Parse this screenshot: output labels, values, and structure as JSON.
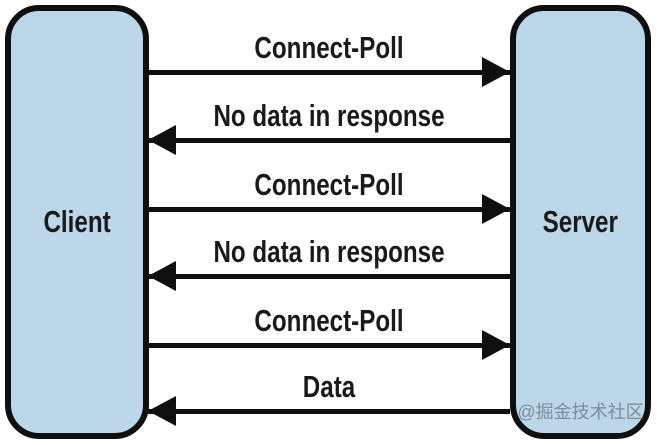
{
  "diagram": {
    "client_label": "Client",
    "server_label": "Server",
    "messages": [
      {
        "label": "Connect-Poll",
        "direction": "right"
      },
      {
        "label": "No data in response",
        "direction": "left"
      },
      {
        "label": "Connect-Poll",
        "direction": "right"
      },
      {
        "label": "No data in response",
        "direction": "left"
      },
      {
        "label": "Connect-Poll",
        "direction": "right"
      },
      {
        "label": "Data",
        "direction": "left"
      }
    ],
    "watermark": "@掘金技术社区",
    "colors": {
      "box_fill": "#BCD6EA",
      "stroke": "#0F0F0F",
      "background": "#FFFFFF",
      "text": "#1A1A1A",
      "watermark": "#6E7B87"
    }
  }
}
